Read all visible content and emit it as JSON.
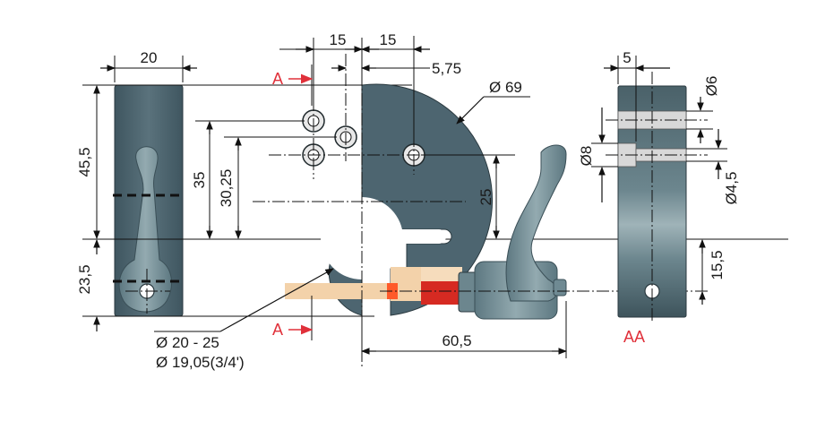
{
  "dimensions": {
    "left_width": "20",
    "top_15_left": "15",
    "top_15_right": "15",
    "offset": "5,75",
    "outer_diameter": "Ø 69",
    "height_45_5": "45,5",
    "height_35": "35",
    "height_30_25": "30,25",
    "height_25": "25",
    "height_23_5": "23,5",
    "bore_range": "Ø 20 - 25",
    "bore_inch": "Ø 19,05(3/4')",
    "lever_reach": "60,5",
    "side_width": "5",
    "hole_d6": "Ø6",
    "hole_d8": "Ø8",
    "hole_d4_5": "Ø4,5",
    "side_height": "15,5"
  },
  "section_labels": {
    "top": "A",
    "bottom": "A",
    "side": "AA"
  },
  "colors": {
    "body": "#4e6670",
    "body_light": "#8aa3aa",
    "lever": "#6f8a93",
    "pin": "#f3d2aa",
    "red": "#d62a22",
    "accent": "#e0303a"
  }
}
